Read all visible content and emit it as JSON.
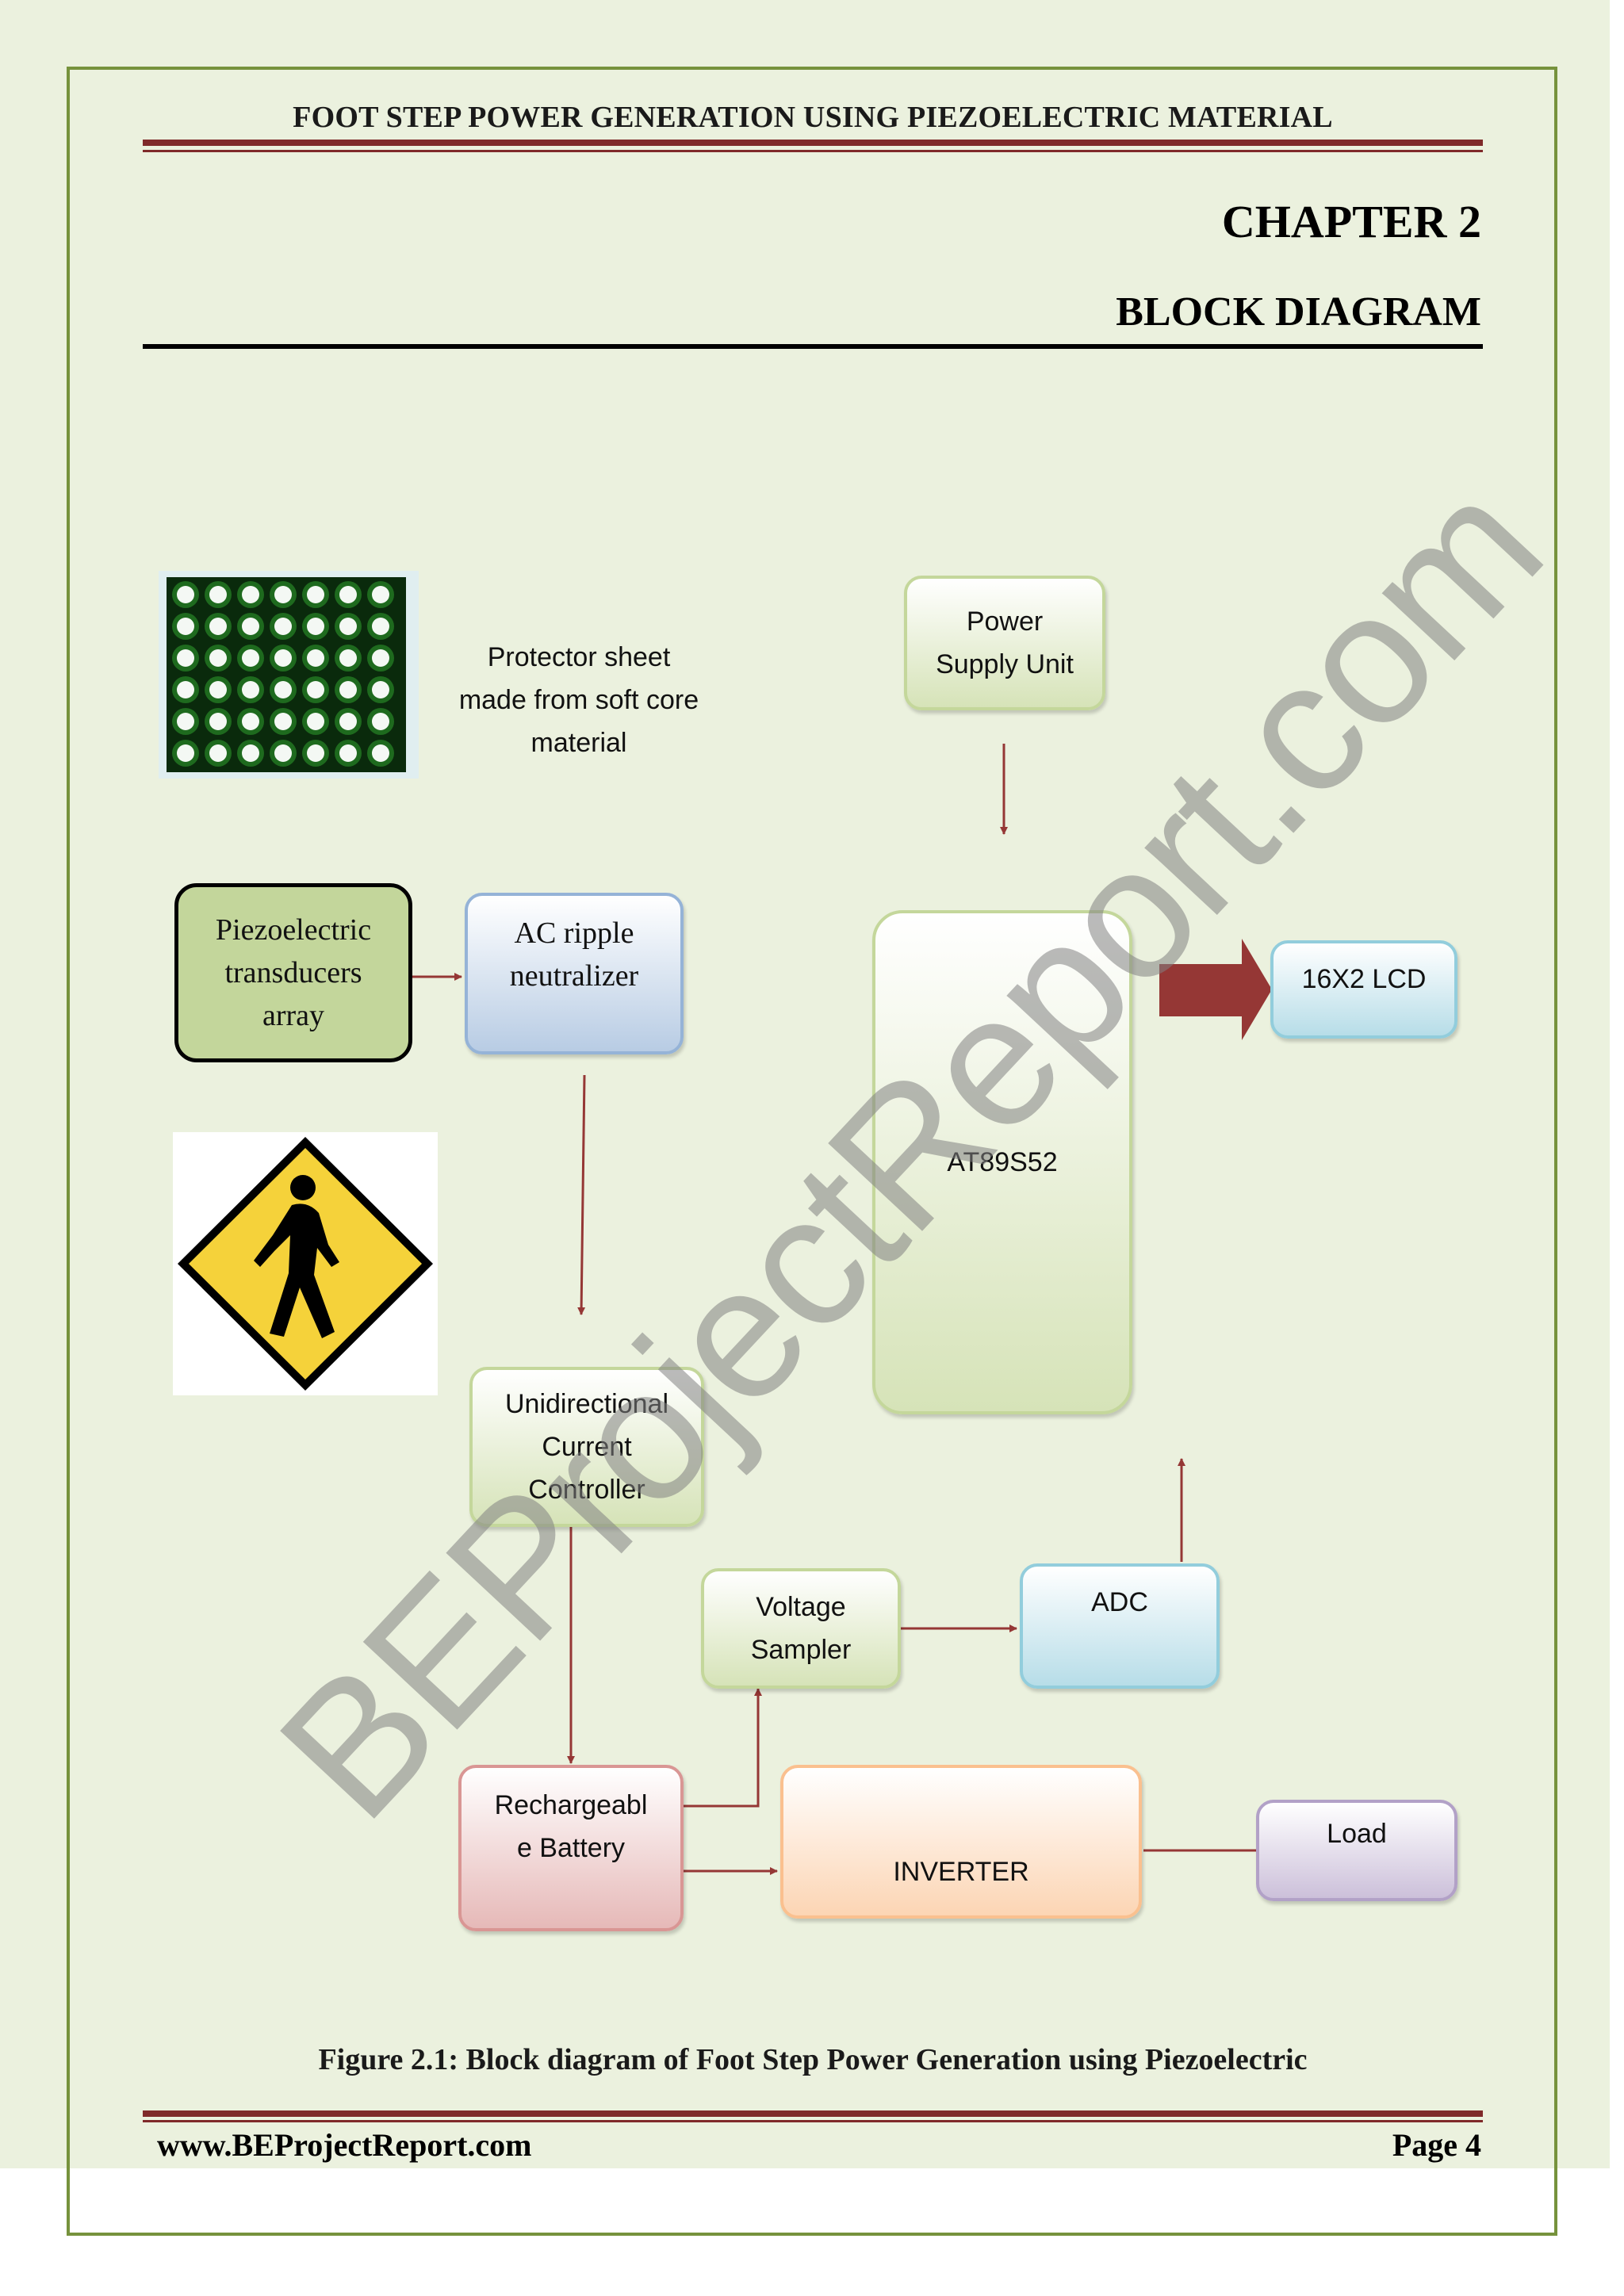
{
  "header": {
    "title": "FOOT STEP POWER GENERATION USING PIEZOELECTRIC MATERIAL"
  },
  "chapter": {
    "label": "CHAPTER 2",
    "title": "BLOCK DIAGRAM"
  },
  "diagram": {
    "protector_text": [
      "Protector sheet",
      "made from soft core",
      "material"
    ],
    "blocks": {
      "power_supply": [
        "Power",
        "Supply Unit"
      ],
      "piezo": [
        "Piezoelectric",
        "transducers",
        "array"
      ],
      "ac_ripple": [
        "AC ripple",
        "neutralizer"
      ],
      "mcu": "AT89S52",
      "lcd": "16X2 LCD",
      "controller": [
        "Unidirectional",
        "Current",
        "Controller"
      ],
      "voltage_sampler": [
        "Voltage",
        "Sampler"
      ],
      "adc": "ADC",
      "battery": [
        "Rechargeabl",
        "e Battery"
      ],
      "inverter": "INVERTER",
      "load": "Load"
    },
    "colors": {
      "arrow": "#953735",
      "piezo_fill": "#c3d69b",
      "mat_green": "#1e6a1e",
      "sign_yellow": "#f5d23a"
    }
  },
  "caption": "Figure 2.1: Block diagram of Foot Step Power Generation using Piezoelectric",
  "footer": {
    "website": "www.BEProjectReport.com",
    "page": "Page 4"
  },
  "watermark": "BEProjectReport.com"
}
